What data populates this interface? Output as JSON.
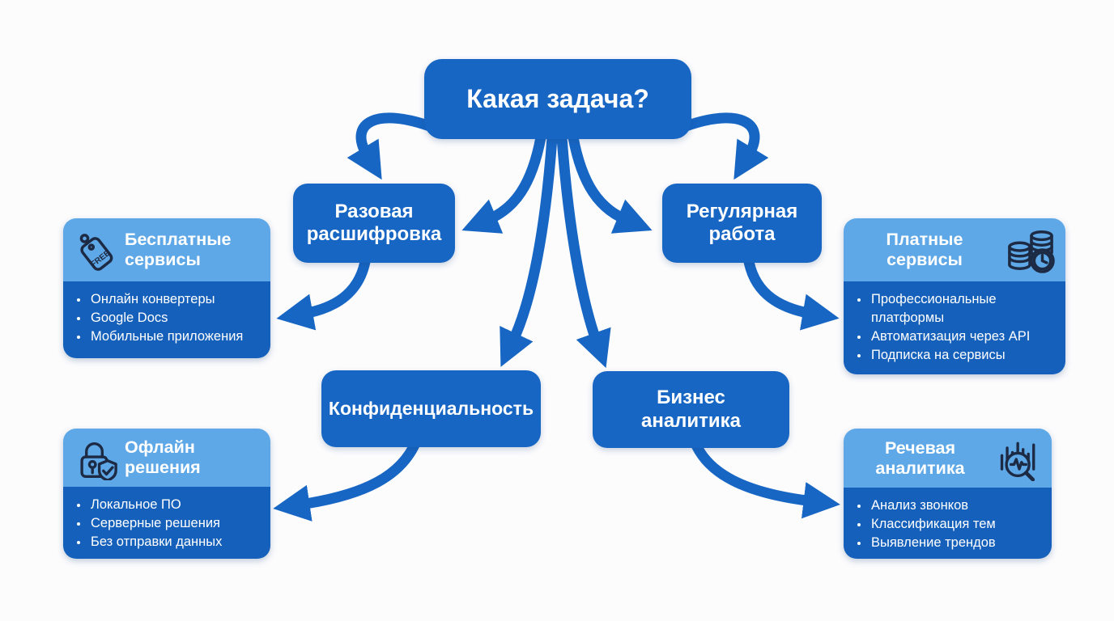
{
  "root": {
    "label": "Какая задача?"
  },
  "branches": {
    "razovaya": {
      "lines": [
        "Разовая",
        "расшифровка"
      ]
    },
    "regulyarnaya": {
      "lines": [
        "Регулярная",
        "работа"
      ]
    },
    "konfidencialnost": {
      "lines": [
        "Конфиденциальность"
      ]
    },
    "biznes": {
      "lines": [
        "Бизнес",
        "аналитика"
      ]
    }
  },
  "cards": {
    "free": {
      "title_lines": [
        "Бесплатные",
        "сервисы"
      ],
      "icon": "price-tag-free-icon",
      "tag_text": "FREE",
      "items": [
        "Онлайн конвертеры",
        "Google Docs",
        "Мобильные приложения"
      ]
    },
    "paid": {
      "title_lines": [
        "Платные",
        "сервисы"
      ],
      "icon": "coins-clock-icon",
      "items": [
        "Профессиональные платформы",
        "Автоматизация через API",
        "Подписка на сервисы"
      ]
    },
    "offline": {
      "title_lines": [
        "Офлайн",
        "решения"
      ],
      "icon": "lock-shield-check-icon",
      "items": [
        "Локальное ПО",
        "Серверные решения",
        "Без отправки данных"
      ]
    },
    "speech": {
      "title_lines": [
        "Речевая",
        "аналитика"
      ],
      "icon": "speech-analytics-magnifier-icon",
      "items": [
        "Анализ звонков",
        "Классификация тем",
        "Выявление трендов"
      ]
    }
  },
  "colors": {
    "node_blue": "#1766c4",
    "header_light_blue": "#5fa8e8",
    "body_blue": "#1560ba",
    "icon_outline_navy": "#1d2a44",
    "text": "#ffffff",
    "background": "#fcfcfd"
  }
}
